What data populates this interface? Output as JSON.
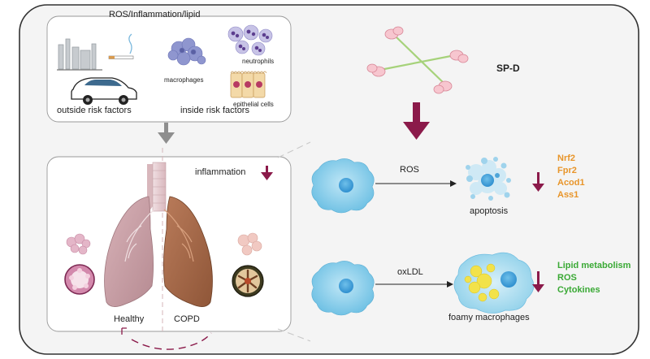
{
  "top_box": {
    "title": "ROS/Inflammation/lipid",
    "outside_label": "outside risk factors",
    "inside_label": "inside risk factors",
    "macrophages_label": "macrophages",
    "neutrophils_label": "neutrophils",
    "epithelial_label": "epithelial cells"
  },
  "sp_d_label": "SP-D",
  "lung_box": {
    "inflammation_label": "inflammation",
    "healthy_label": "Healthy",
    "copd_label": "COPD"
  },
  "pathway_ros": {
    "arrow_label": "ROS",
    "result_label": "apoptosis",
    "genes": [
      "Nrf2",
      "Fpr2",
      "Acod1",
      "Ass1"
    ]
  },
  "pathway_oxldl": {
    "arrow_label": "oxLDL",
    "result_label": "foamy macrophages",
    "effects": [
      "Lipid metabolism",
      "ROS",
      "Cytokines"
    ]
  },
  "colors": {
    "down_arrow": "#8b1a4a",
    "gene_orange": "#e8952a",
    "effect_green": "#3aa935",
    "cell_blue": "#7cc8e8",
    "lung_healthy": "#c9a0a6",
    "lung_copd": "#a86a4a"
  }
}
